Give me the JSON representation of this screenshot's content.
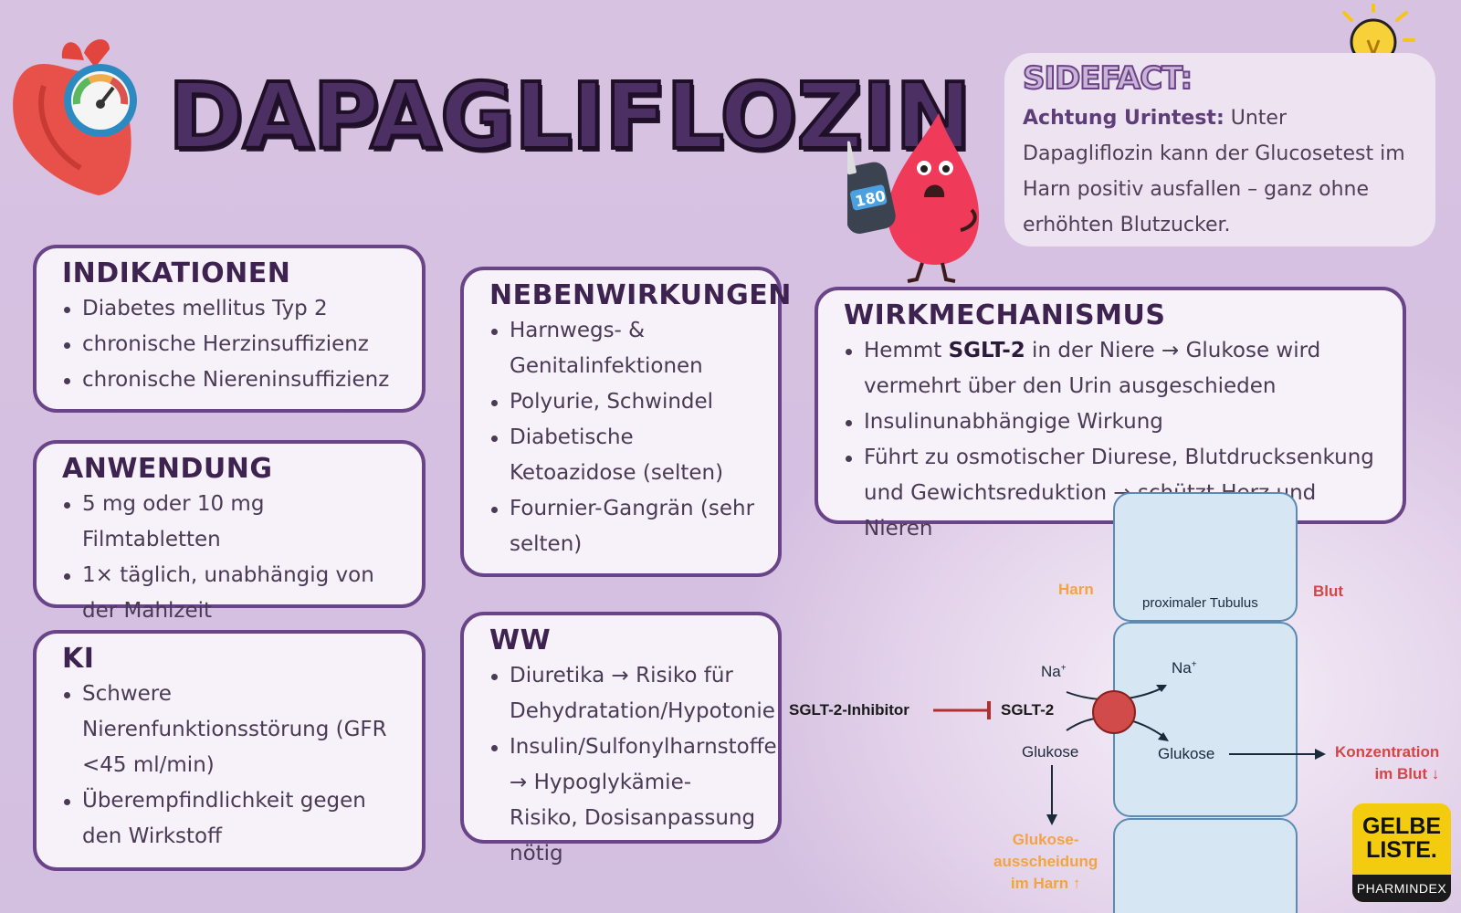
{
  "title": "DAPAGLIFLOZIN",
  "glucometer_reading": "180",
  "sidefact": {
    "heading": "SIDEFACT:",
    "lead_bold": "Achtung Urintest:",
    "text": " Unter Dapagliflozin kann der Glucosetest im Harn positiv ausfallen – ganz ohne erhöhten Blutzucker."
  },
  "indikationen": {
    "heading": "INDIKATIONEN",
    "items": [
      "Diabetes mellitus Typ 2",
      "chronische Herzinsuffizienz",
      "chronische Niereninsuffizienz"
    ]
  },
  "anwendung": {
    "heading": "ANWENDUNG",
    "items": [
      "5 mg oder 10 mg Filmtabletten",
      "1× täglich, unabhängig von der Mahlzeit"
    ]
  },
  "ki": {
    "heading": "KI",
    "items": [
      "Schwere Nierenfunktionsstörung (GFR <45 ml/min)",
      "Überempfindlichkeit gegen den Wirkstoff"
    ]
  },
  "nebenwirkungen": {
    "heading": "NEBENWIRKUNGEN",
    "items": [
      "Harnwegs- & Genitalinfektionen",
      "Polyurie, Schwindel",
      "Diabetische Ketoazidose (selten)",
      "Fournier-Gangrän (sehr selten)"
    ]
  },
  "ww": {
    "heading": "WW",
    "items": [
      "Diuretika → Risiko für Dehydratation/Hypotonie",
      "Insulin/Sulfonylharnstoffe → Hypoglykämie-Risiko, Dosisanpassung nötig"
    ]
  },
  "wirkmechanismus": {
    "heading": "WIRKMECHANISMUS",
    "item1_pre": "Hemmt ",
    "item1_bold": "SGLT-2",
    "item1_post": " in der Niere → Glukose wird vermehrt über den Urin ausgeschieden",
    "items_rest": [
      "Insulinunabhängige Wirkung",
      "Führt zu osmotischer Diurese, Blutdrucksenkung und Gewichtsreduktion → schützt Herz und Nieren"
    ]
  },
  "diagram": {
    "harn": "Harn",
    "blut": "Blut",
    "tubulus": "proximaler Tubulus",
    "na_left": "Na",
    "na_right": "Na",
    "sup": "+",
    "inhibitor": "SGLT-2-Inhibitor",
    "sglt2": "SGLT-2",
    "glukose_left": "Glukose",
    "glukose_right": "Glukose",
    "konz_line1": "Konzentration",
    "konz_line2": "im Blut ↓",
    "aus_line1": "Glukose-",
    "aus_line2": "ausscheidung",
    "aus_line3": "im Harn ↑"
  },
  "logo": {
    "line1": "GELBE",
    "line2": "LISTE.",
    "line3": "PHARMINDEX"
  },
  "colors": {
    "card_border": "#6a4488",
    "title": "#4c2f63",
    "tubulus_fill": "#d6e6f3",
    "tubulus_stroke": "#5b8ab3",
    "transporter": "#d14b4b",
    "orange": "#f2a440",
    "red_label": "#d54545",
    "logo_yellow": "#f3cc0f"
  }
}
